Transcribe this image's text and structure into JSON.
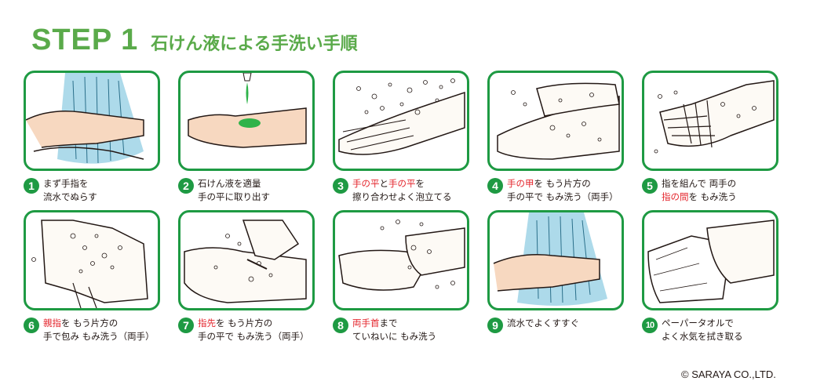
{
  "header": {
    "step": "STEP 1",
    "subtitle": "石けん液による手洗い手順"
  },
  "steps": [
    {
      "num": "1",
      "lines": [
        [
          {
            "t": "まず手指を"
          }
        ],
        [
          {
            "t": "流水でぬらす"
          }
        ]
      ]
    },
    {
      "num": "2",
      "lines": [
        [
          {
            "t": "石けん液を適量"
          }
        ],
        [
          {
            "t": "手の平に取り出す"
          }
        ]
      ]
    },
    {
      "num": "3",
      "lines": [
        [
          {
            "t": "手の平",
            "red": true
          },
          {
            "t": "と"
          },
          {
            "t": "手の平",
            "red": true
          },
          {
            "t": "を"
          }
        ],
        [
          {
            "t": "擦り合わせよく泡立てる"
          }
        ]
      ]
    },
    {
      "num": "4",
      "lines": [
        [
          {
            "t": "手の甲",
            "red": true
          },
          {
            "t": "を もう片方の"
          }
        ],
        [
          {
            "t": "手の平で もみ洗う（両手）"
          }
        ]
      ]
    },
    {
      "num": "5",
      "lines": [
        [
          {
            "t": "指を組んで 両手の"
          }
        ],
        [
          {
            "t": "指の間",
            "red": true
          },
          {
            "t": "を もみ洗う"
          }
        ]
      ]
    },
    {
      "num": "6",
      "lines": [
        [
          {
            "t": "親指",
            "red": true
          },
          {
            "t": "を もう片方の"
          }
        ],
        [
          {
            "t": "手で包み もみ洗う（両手）"
          }
        ]
      ]
    },
    {
      "num": "7",
      "lines": [
        [
          {
            "t": "指先",
            "red": true
          },
          {
            "t": "を もう片方の"
          }
        ],
        [
          {
            "t": "手の平で もみ洗う（両手）"
          }
        ]
      ]
    },
    {
      "num": "8",
      "lines": [
        [
          {
            "t": "両手首",
            "red": true
          },
          {
            "t": "まで"
          }
        ],
        [
          {
            "t": "ていねいに もみ洗う"
          }
        ]
      ]
    },
    {
      "num": "9",
      "lines": [
        [
          {
            "t": "流水でよくすすぐ"
          }
        ]
      ]
    },
    {
      "num": "10",
      "lines": [
        [
          {
            "t": "ペーパータオルで"
          }
        ],
        [
          {
            "t": "よく水気を拭き取る"
          }
        ]
      ]
    }
  ],
  "footer": {
    "copyright": "© SARAYA CO.,LTD."
  },
  "colors": {
    "accent": "#1e9a43",
    "title": "#5aaa4a",
    "highlight": "#e4262d",
    "water": "#9fd3e6"
  }
}
